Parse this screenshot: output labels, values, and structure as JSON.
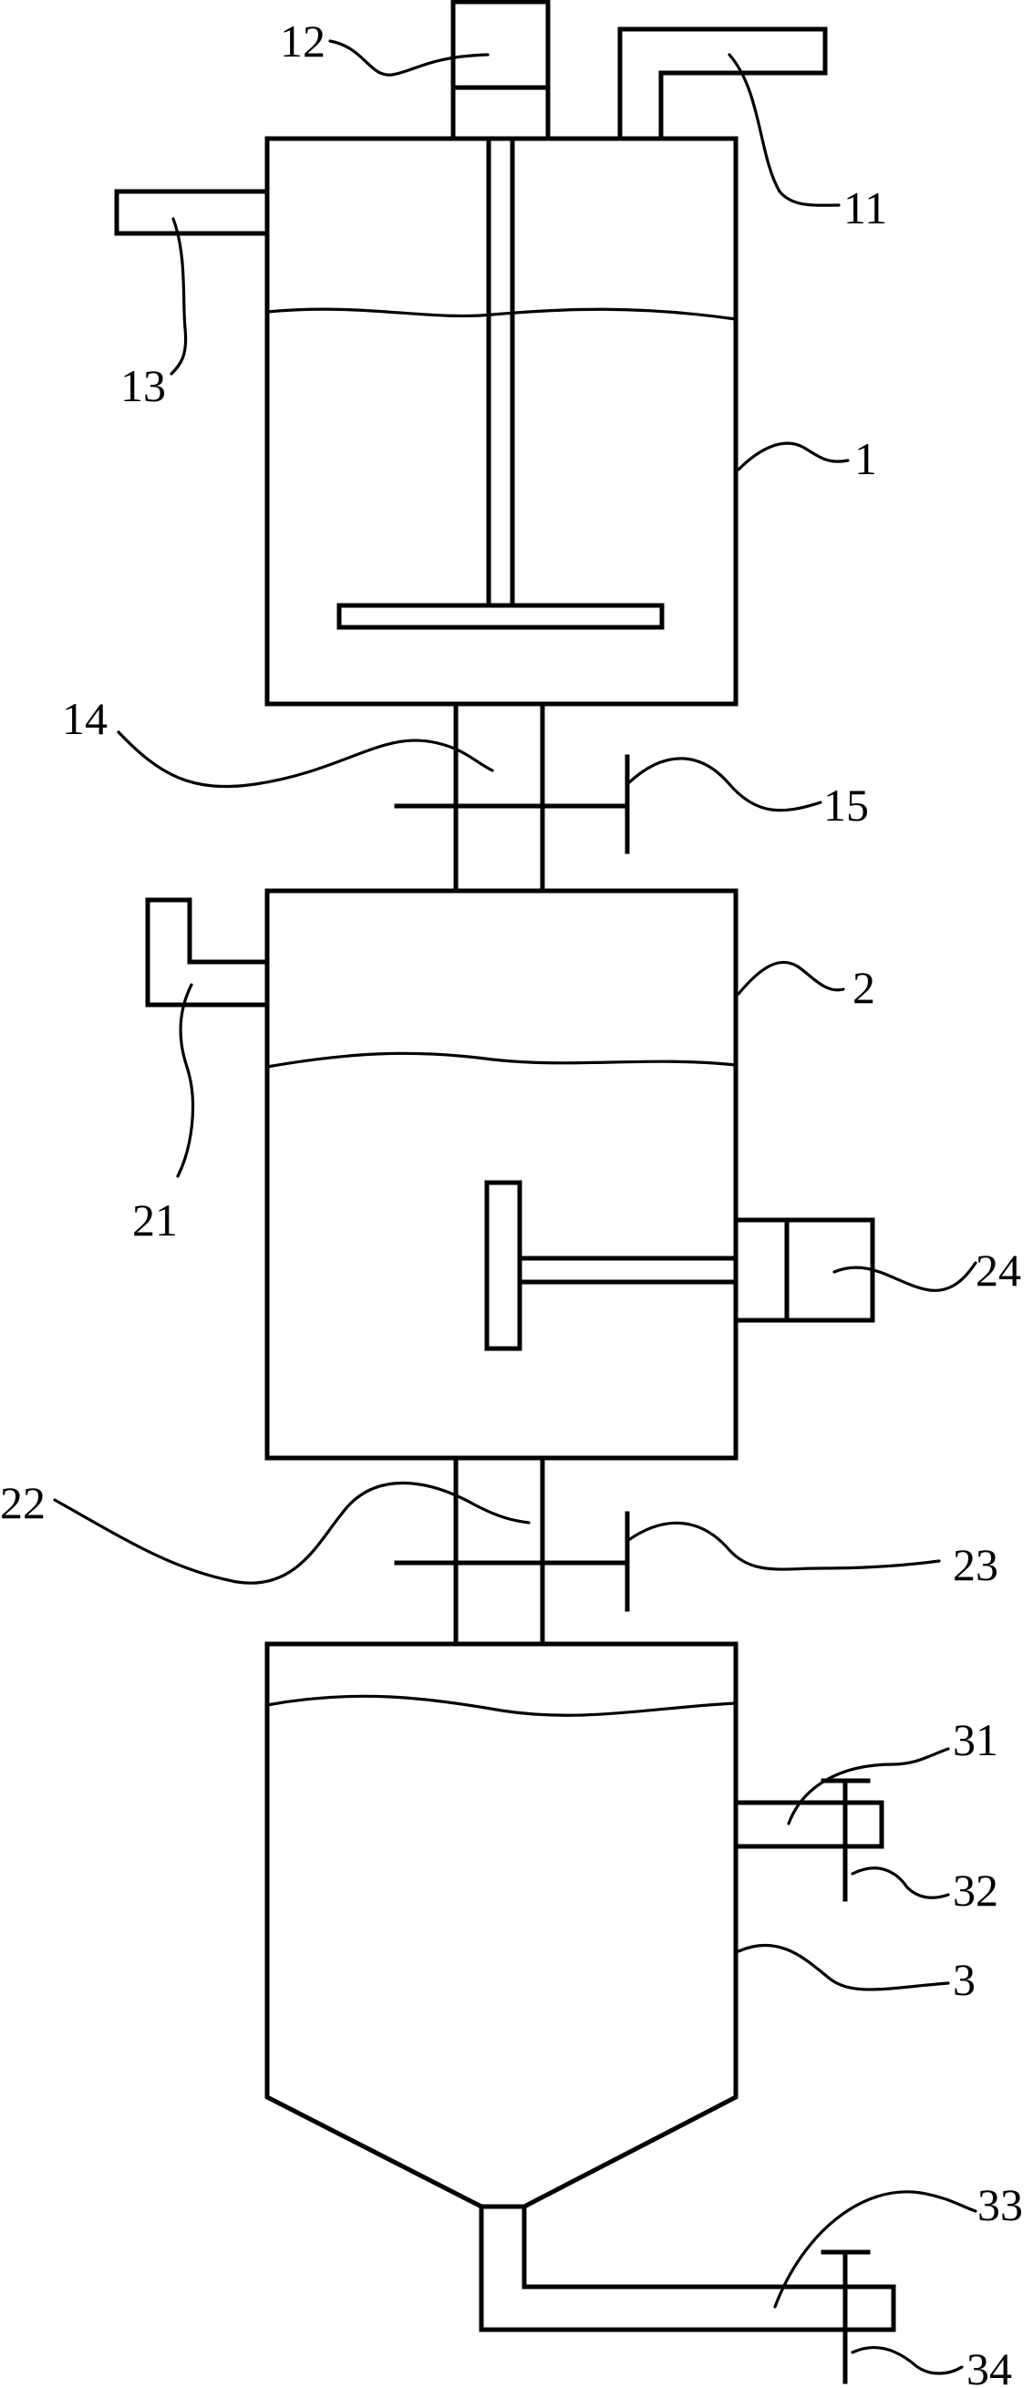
{
  "diagram": {
    "labels": {
      "l1": "1",
      "l11": "11",
      "l12": "12",
      "l13": "13",
      "l14": "14",
      "l15": "15",
      "l2": "2",
      "l21": "21",
      "l22": "22",
      "l23": "23",
      "l24": "24",
      "l3": "3",
      "l31": "31",
      "l32": "32",
      "l33": "33",
      "l34": "34"
    }
  }
}
